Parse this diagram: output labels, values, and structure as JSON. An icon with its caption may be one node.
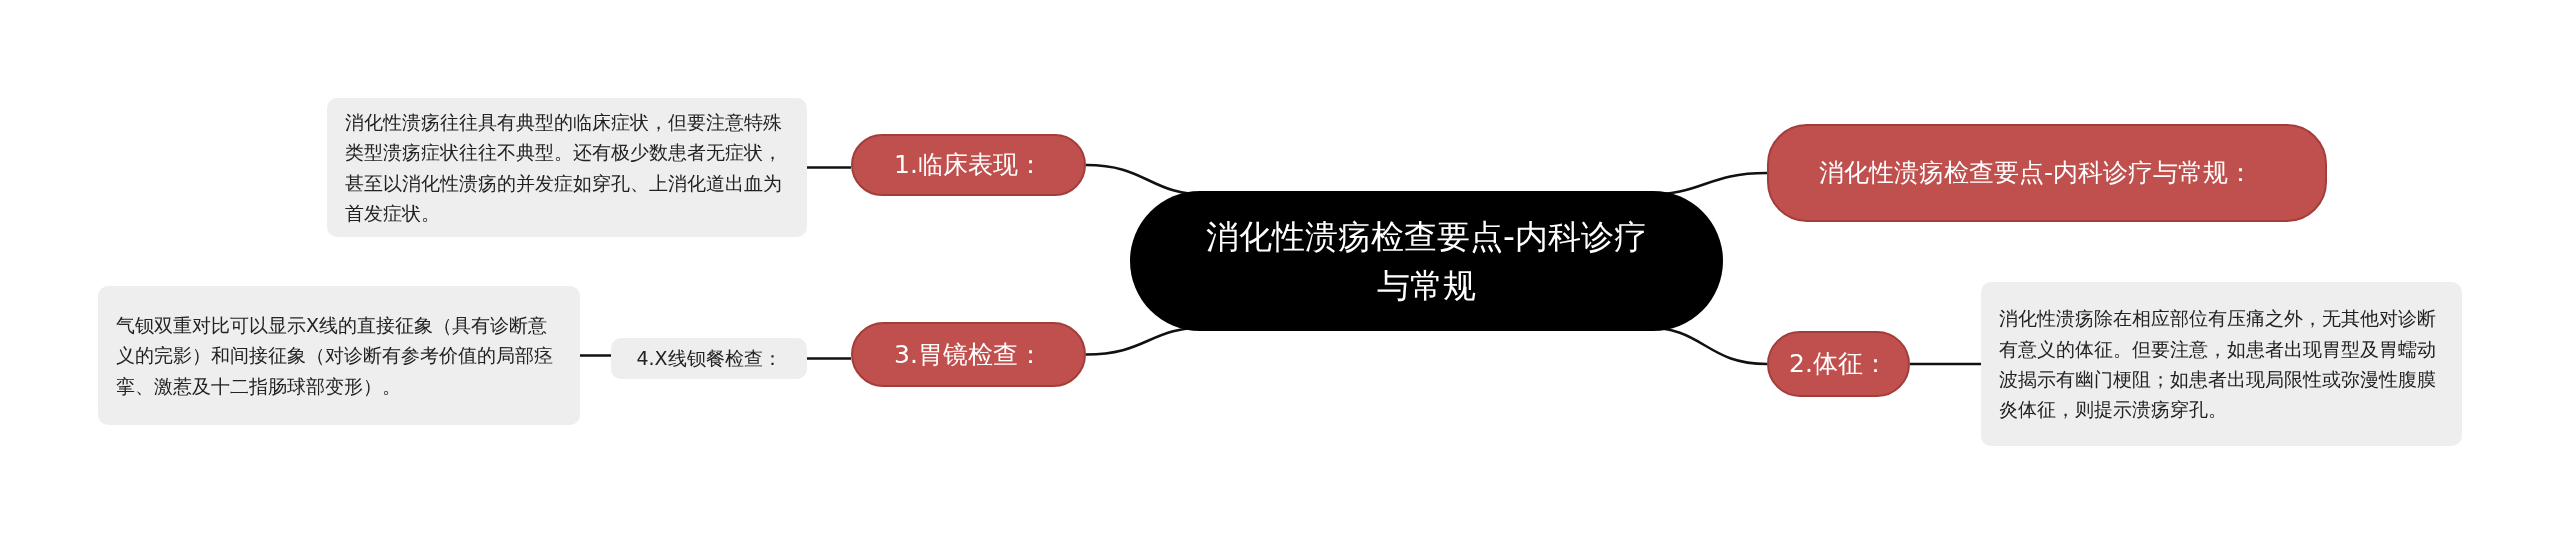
{
  "diagram": {
    "nodes": [
      {
        "text": [
          "消化性溃疡检查要点-内科诊疗与常规"
        ]
      },
      {
        "text": [
          "消化性溃疡检查要点-内科诊疗与常规："
        ]
      },
      {
        "text": [
          "1.临床表现："
        ]
      },
      {
        "text": [
          "消化性溃疡往往具有典型的临床症状，但要注意特殊类型溃疡症状往往不典型。还有极少数患者无症状，甚至以消化性溃疡的并发症如穿孔、上消化道出血为首发症状。"
        ]
      },
      {
        "text": [
          "2.体征："
        ]
      },
      {
        "text": [
          "消化性溃疡除在相应部位有压痛之外，无其他对诊断有意义的体征。但要注意，如患者出现胃型及胃蠕动波揭示有幽门梗阻；如患者出现局限性或弥漫性腹膜炎体征，则提示溃疡穿孔。"
        ]
      },
      {
        "text": [
          "3.胃镜检查："
        ]
      },
      {
        "text": [
          "4.X线钡餐检查："
        ]
      },
      {
        "text": [
          "气钡双重对比可以显示X线的直接征象（具有诊断意义的完影）和间接征象（对诊断有参考价值的局部痉挛、激惹及十二指肠球部变形）。"
        ]
      }
    ],
    "edges": [
      {
        "from": 0,
        "to": 1,
        "arrow": "none"
      },
      {
        "from": 0,
        "to": 2,
        "arrow": "none"
      },
      {
        "from": 2,
        "to": 3,
        "arrow": "none"
      },
      {
        "from": 0,
        "to": 4,
        "arrow": "none"
      },
      {
        "from": 4,
        "to": 5,
        "arrow": "none"
      },
      {
        "from": 0,
        "to": 6,
        "arrow": "none"
      },
      {
        "from": 6,
        "to": 7,
        "arrow": "none"
      },
      {
        "from": 7,
        "to": 8,
        "arrow": "none"
      }
    ]
  }
}
